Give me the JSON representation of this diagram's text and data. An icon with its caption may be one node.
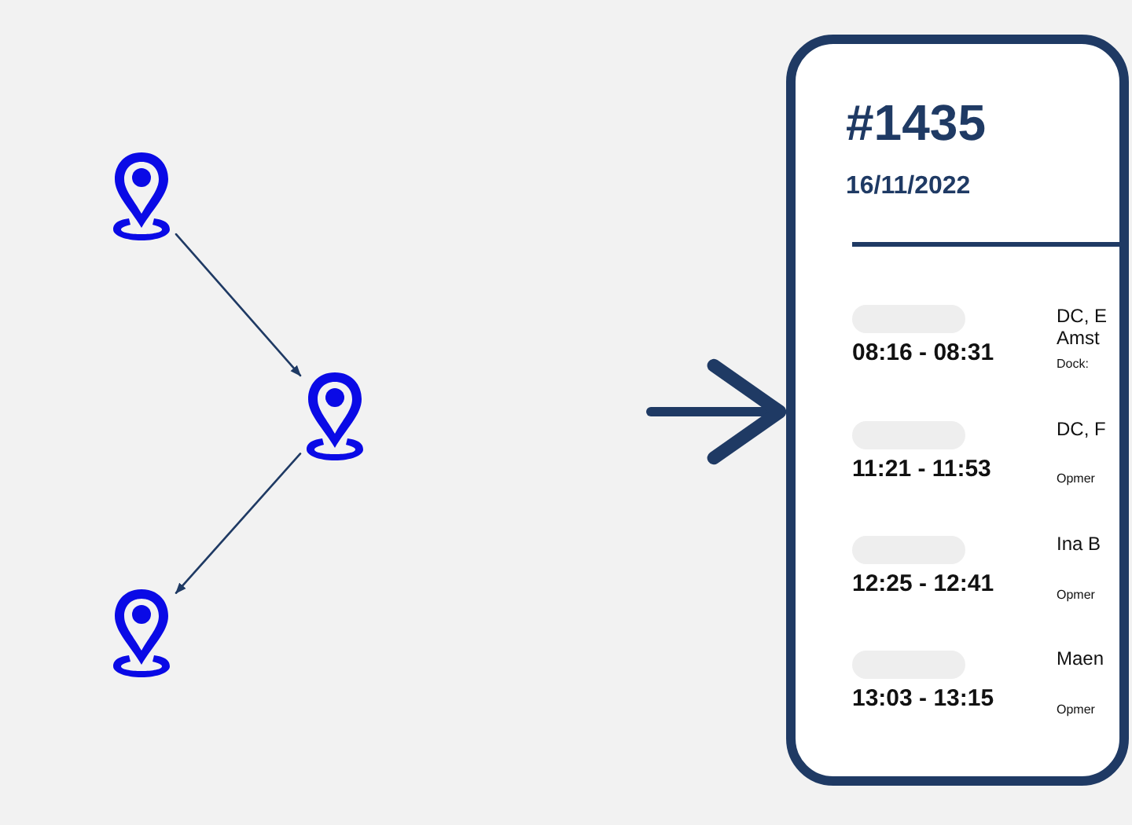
{
  "diagram": {
    "nodes": [
      {
        "text": [],
        "shape": "picture"
      },
      {
        "text": [],
        "shape": "picture"
      },
      {
        "text": [],
        "shape": "picture"
      },
      {
        "text": [
          "#1435",
          "16/11/2022"
        ]
      }
    ],
    "edges": [
      {
        "from": 0,
        "to": 1,
        "arrow": "to"
      },
      {
        "from": 1,
        "to": 2,
        "arrow": "to"
      },
      {
        "from": null,
        "to": 3,
        "arrow": "to",
        "style": "thick"
      }
    ],
    "labels": [
      "08:16 - 08:31",
      "DC, E",
      "Amst",
      "Dock:",
      "11:21 - 11:53",
      "DC, F",
      "Opmer",
      "12:25 - 12:41",
      "Ina B",
      "Opmer",
      "13:03 - 13:15",
      "Maen",
      "Opmer"
    ]
  }
}
